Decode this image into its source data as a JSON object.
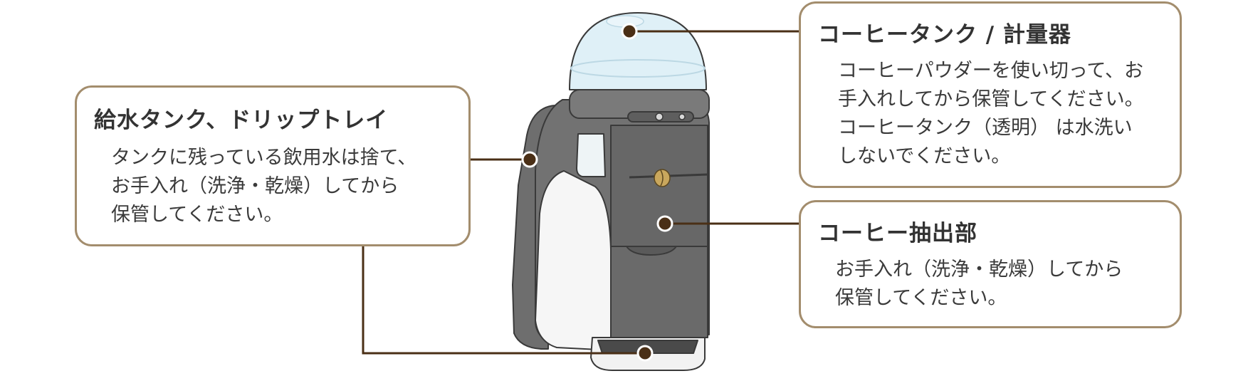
{
  "callouts": {
    "water_tank": {
      "title": "給水タンク、ドリップトレイ",
      "lines": [
        "タンクに残っている飲用水は捨て、",
        "お手入れ（洗浄・乾燥）してから",
        "保管してください。"
      ]
    },
    "coffee_tank": {
      "title": "コーヒータンク / 計量器",
      "lines": [
        "コーヒーパウダーを使い切って、お",
        "手入れしてから保管してください。",
        "コーヒータンク（透明） は水洗い",
        "しないでください。"
      ]
    },
    "extraction": {
      "title": "コーヒー抽出部",
      "lines": [
        "お手入れ（洗浄・乾燥）してから",
        "保管してください。"
      ]
    }
  },
  "colors": {
    "border": "#a38d6d",
    "leader": "#4a2f16",
    "body": "#707070",
    "body_outline": "#3a3a3a",
    "dome": "#dff0f7",
    "front_panel": "#f6f6f6"
  }
}
